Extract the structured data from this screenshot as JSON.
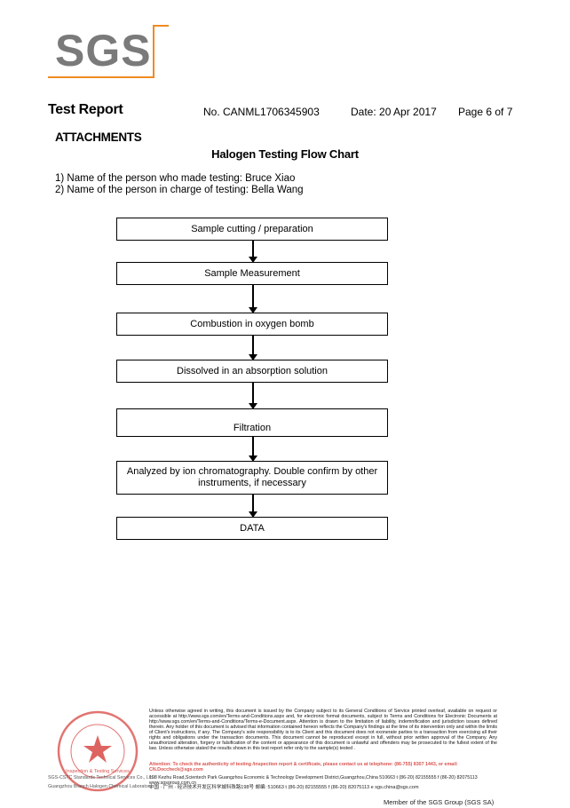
{
  "logo": {
    "text": "SGS",
    "accent_color": "#f08a24",
    "text_color": "#7a7a7a"
  },
  "header": {
    "title": "Test Report",
    "report_no": "No. CANML1706345903",
    "date": "Date: 20 Apr 2017",
    "page": "Page 6 of 7"
  },
  "section": "ATTACHMENTS",
  "chart_title": "Halogen Testing Flow Chart",
  "persons": [
    "1) Name of the person who made testing: Bruce Xiao",
    "2) Name of the person in charge of testing: Bella Wang"
  ],
  "steps": [
    "Sample cutting / preparation",
    "Sample Measurement",
    "Combustion in oxygen bomb",
    "Dissolved in an absorption solution",
    "Filtration",
    "Analyzed by ion chromatography. Double confirm by other instruments, if necessary",
    "DATA"
  ],
  "footer": {
    "disclaimer": "Unless otherwise agreed in writing, this document is issued by the Company subject to its General Conditions of Service printed overleaf, available on request or accessible at http://www.sgs.com/en/Terms-and-Conditions.aspx and, for electronic format documents, subject to Terms and Conditions for Electronic Documents at http://www.sgs.com/en/Terms-and-Conditions/Terms-e-Document.aspx. Attention is drawn to the limitation of liability, indemnification and jurisdiction issues defined therein. Any holder of this document is advised that information contained hereon reflects the Company's findings at the time of its intervention only and within the limits of Client's instructions, if any. The Company's sole responsibility is to its Client and this document does not exonerate parties to a transaction from exercising all their rights and obligations under the transaction documents. This document cannot be reproduced except in full, without prior written approval of the Company. Any unauthorized alteration, forgery or falsification of the content or appearance of this document is unlawful and offenders may be prosecuted to the fullest extent of the law. Unless otherwise stated the results shown in this test report refer only to the sample(s) tested .",
    "attention": "Attention: To check the authenticity of testing /inspection report & certificate, please contact us at telephone: (86-755) 8307 1443, or email: CN.Doccheck@sgs.com",
    "address_en": "198 Kezhu Road,Scientech Park Guangzhou Economic & Technology Development District,Guangzhou,China 510663   t (86-20) 82155555   f (86-20) 82075113   www.sgsgroup.com.cn",
    "address_cn": "中国 · 广州 · 经济技术开发区科学城科珠路198号      邮编: 510663   t (86-20) 82155555   f (86-20) 82075113   e sgs.china@sgs.com",
    "branch_line1": "SGS-CSTC Standards Technical Services Co., Ltd.",
    "branch_line2": "Guangzhou Branch Halogen Chemical Laboratory",
    "stamp_text": "Inspection & Testing Services",
    "member": "Member of the SGS Group (SGS SA)"
  }
}
